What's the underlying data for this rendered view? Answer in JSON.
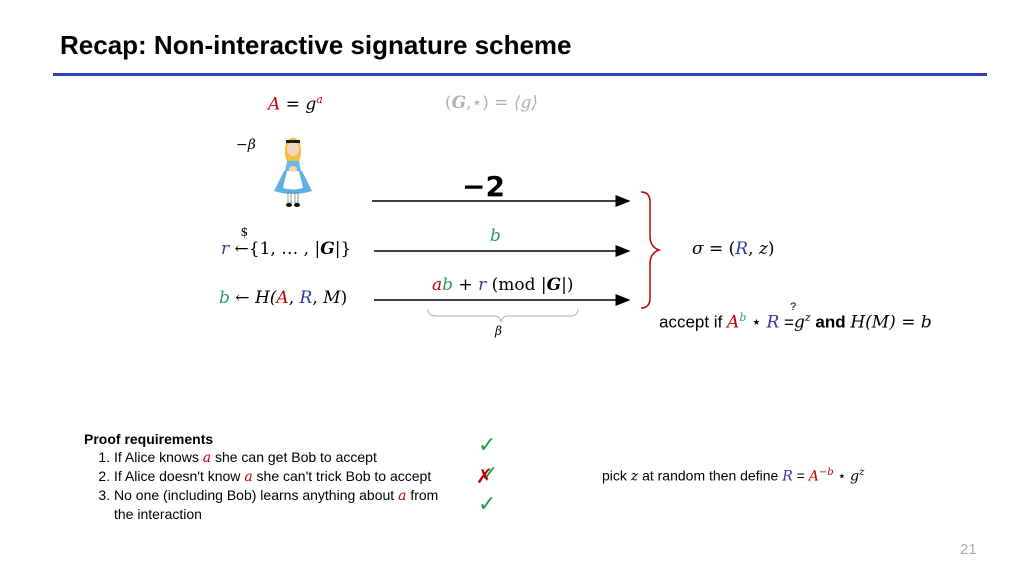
{
  "title": "Recap: Non-interactive signature scheme",
  "alice_key": {
    "lhs": "A",
    "eq": "=",
    "base": "g",
    "exp": "a"
  },
  "group": {
    "open": "(",
    "G": "G",
    "op": ",⋆",
    "close": ")",
    "eq": "=",
    "gen": "⟨g⟩"
  },
  "neg_beta": "−β",
  "arrow1_label": "−2",
  "r_step": {
    "var": "r",
    "dollar": "$",
    "arrow": "←",
    "set": "{1, … , |",
    "G": "G",
    "close": "|}"
  },
  "b_label": "b",
  "b_step": {
    "var": "b",
    "arrow": "←",
    "H": "H(",
    "A": "A",
    "c1": ", ",
    "R": "R",
    "c2": ", ",
    "M": "M",
    "close": ")"
  },
  "z_label": {
    "a": "a",
    "b": "b",
    "plus": " + ",
    "r": "r",
    "mod": " (mod |",
    "G": "G",
    "close": "|)"
  },
  "beta": "β",
  "sigma": {
    "sigma": "σ",
    "eq": " = (",
    "R": "R",
    "comma": ", ",
    "z": "z",
    "close": ")"
  },
  "accept": {
    "prefix": "accept if ",
    "A": "A",
    "b": "b",
    "star": " ⋆ ",
    "R": "R",
    "eq": " = ",
    "q": "?",
    "g": "g",
    "z": "z",
    "and": " and ",
    "H": "H(M) = b"
  },
  "proof": {
    "heading": "Proof requirements",
    "items": [
      {
        "pre": "If Alice knows ",
        "var": "a",
        "post": " she can get Bob to accept"
      },
      {
        "pre": "If Alice doesn't know ",
        "var": "a",
        "post": " she can't trick Bob to accept"
      },
      {
        "pre": "No one (including Bob) learns anything about ",
        "var": "a",
        "post": " from the interaction"
      }
    ]
  },
  "checks": [
    "✓",
    "✓",
    "✓"
  ],
  "cross": "✗",
  "pick": {
    "pre": "pick ",
    "z": "z",
    "mid": " at random then define ",
    "R": "R",
    "eq": " = ",
    "A": "A",
    "exp": "−b",
    "star": " ⋆ ",
    "g": "g",
    "gexp": "z"
  },
  "slide_number": "21",
  "colors": {
    "red": "#c00000",
    "blue": "#2e3b9e",
    "green": "#2a9a6a",
    "rule": "#2f3fbf"
  }
}
